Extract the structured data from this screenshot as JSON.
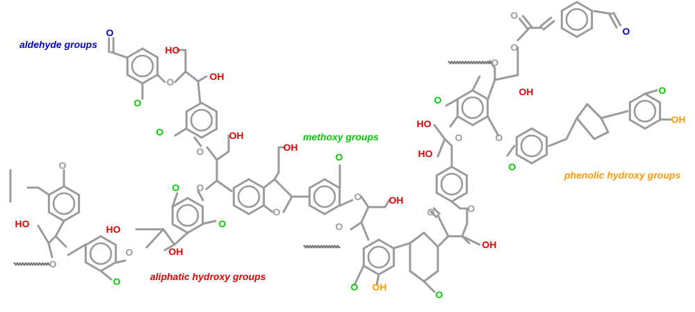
{
  "colors": {
    "bond": "#9a9a9a",
    "oxygen": "#9a9a9a",
    "aldehyde": "#0000cc",
    "aliphatic_hydroxy": "#e00000",
    "methoxy": "#00cc00",
    "phenolic_hydroxy": "#ff9900"
  },
  "captions": {
    "aldehyde": "aldehyde groups",
    "aliphatic_hydroxy": "aliphatic hydroxy groups",
    "methoxy": "methoxy groups",
    "phenolic_hydroxy": "phenolic hydroxy groups"
  },
  "labels": {
    "oxygen": "O",
    "hydroxyl": "OH",
    "hydroxyl_left": "HO"
  }
}
